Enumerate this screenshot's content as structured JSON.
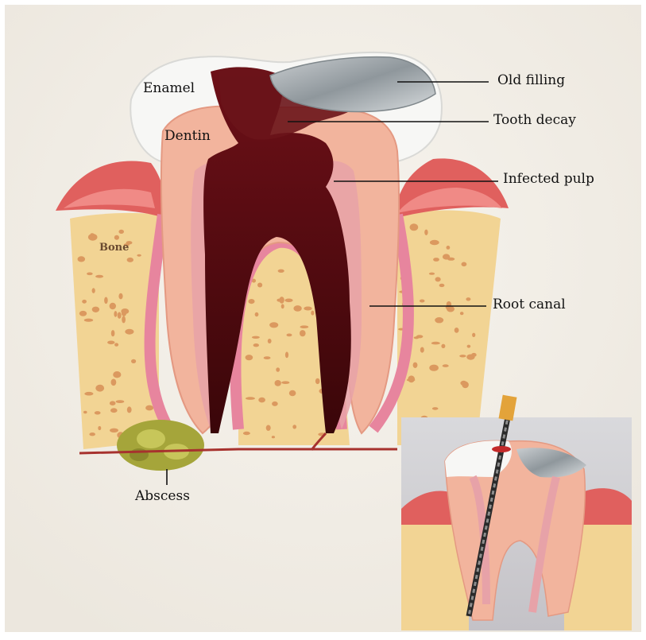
{
  "labels": {
    "enamel": "Enamel",
    "dentin": "Dentin",
    "bone": "Bone",
    "old_filling": "Old filling",
    "tooth_decay": "Tooth decay",
    "infected_pulp": "Infected pulp",
    "root_canal": "Root canal",
    "abscess": "Abscess"
  },
  "colors": {
    "background": "#f3efe9",
    "enamel": "#f7f7f5",
    "dentin": "#f2b49d",
    "pulp": "#e7a2a8",
    "decay": "#5a0c12",
    "gum": "#e0605e",
    "bone": "#f2d494",
    "bone_pores": "#d9935a",
    "filling": "#9ca4a9",
    "abscess": "#a5a53a",
    "leader_line": "#111111"
  }
}
